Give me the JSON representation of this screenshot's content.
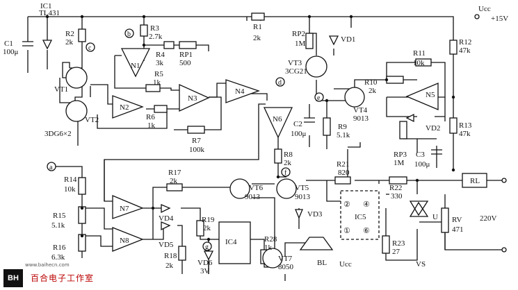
{
  "components": {
    "ic1": "IC1",
    "ic1_type": "TL431",
    "c1": "C1",
    "c1_val": "100μ",
    "r1": "R1",
    "r1_val": "2k",
    "r2": "R2",
    "r2_val": "2k",
    "r3": "R3",
    "r3_val": "2.7k",
    "r4": "R4",
    "r4_val": "3k",
    "r5": "R5",
    "r5_val": "1k",
    "r6": "R6",
    "r6_val": "1k",
    "r7": "R7",
    "r7_val": "100k",
    "r8": "R8",
    "r8_val": "2k",
    "r9": "R9",
    "r9_val": "5.1k",
    "r10": "R10",
    "r10_val": "2k",
    "r11": "R11",
    "r11_val": "10k",
    "r12": "R12",
    "r12_val": "47k",
    "r13": "R13",
    "r13_val": "47k",
    "r14": "R14",
    "r14_val": "10k",
    "r15": "R15",
    "r15_val": "5.1k",
    "r16": "R16",
    "r16_val": "6.3k",
    "r17": "R17",
    "r17_val": "2k",
    "r18": "R18",
    "r18_val": "2k",
    "r19": "R19",
    "r19_val": "2k",
    "r21": "R21",
    "r21_val": "820",
    "r22": "R22",
    "r22_val": "330",
    "r23": "R23",
    "r23_val": "27",
    "r28": "R28",
    "r28_val": "1k",
    "rp1": "RP1",
    "rp1_val": "500",
    "rp2": "RP2",
    "rp2_val": "1M",
    "rp3": "RP3",
    "rp3_val": "1M",
    "c2": "C2",
    "c2_val": "100μ",
    "c3": "C3",
    "c3_val": "100μ",
    "n1": "N1",
    "n2": "N2",
    "n3": "N3",
    "n4": "N4",
    "n5": "N5",
    "n6": "N6",
    "n7": "N7",
    "n8": "N8",
    "vt1": "VT1",
    "vt2": "VT2",
    "vt_pair": "3DG6×2",
    "vt3": "VT3",
    "vt3_type": "3CG21",
    "vt4": "VT4",
    "vt4_type": "9013",
    "vt5": "VT5",
    "vt5_type": "9013",
    "vt6": "VT6",
    "vt6_type": "9013",
    "vt7": "VT7",
    "vt7_type": "8050",
    "vd1": "VD1",
    "vd2": "VD2",
    "vd3": "VD3",
    "vd4": "VD4",
    "vd5": "VD5",
    "vd6": "VD6",
    "vd6_val": "3V",
    "ic4": "IC4",
    "ic5": "IC5",
    "rv": "RV",
    "rv_val": "471",
    "rl": "RL",
    "bl": "BL",
    "vs": "VS",
    "u_label": "U"
  },
  "nodes": [
    "a",
    "b",
    "c",
    "d",
    "e",
    "f",
    "g"
  ],
  "ic5_pins": [
    "②",
    "④",
    "①",
    "⑥"
  ],
  "supply": {
    "ucc_top": "Ucc",
    "v15": "+15V",
    "ucc_bottom": "Ucc",
    "mains": "220V"
  },
  "watermark": {
    "logo": "BH",
    "url": "www.baihecn.com",
    "name": "百合电子工作室"
  }
}
